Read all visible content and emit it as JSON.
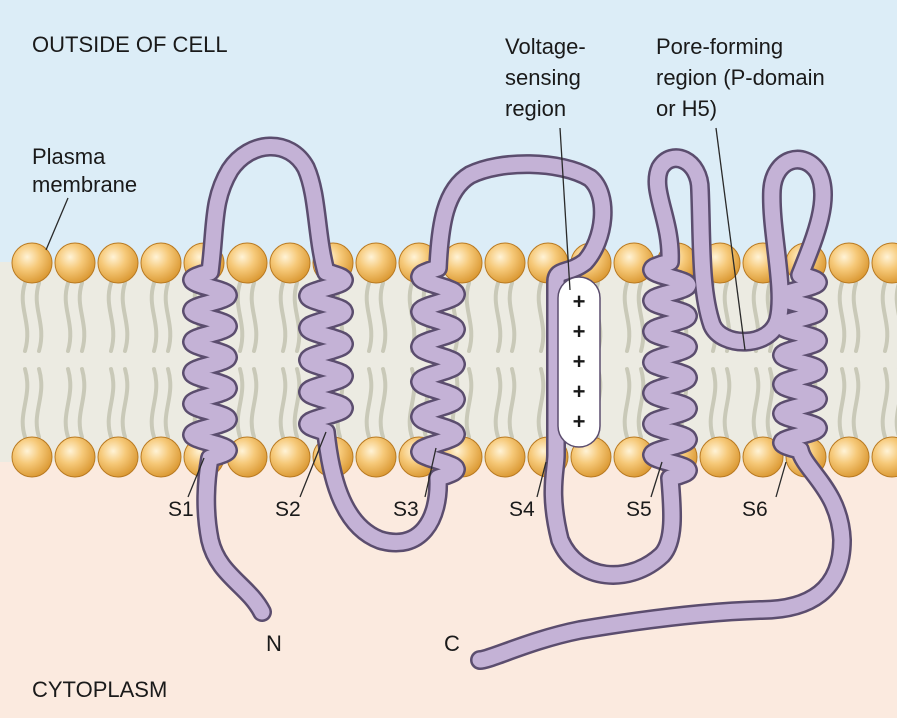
{
  "regions": {
    "outside": "OUTSIDE OF CELL",
    "cytoplasm": "CYTOPLASM"
  },
  "labels": {
    "plasma_membrane": [
      "Plasma",
      "membrane"
    ],
    "voltage_sensing": [
      "Voltage-",
      "sensing",
      "region"
    ],
    "pore_forming": [
      "Pore-forming",
      "region (P-domain",
      "or H5)"
    ]
  },
  "segments": [
    "S1",
    "S2",
    "S3",
    "S4",
    "S5",
    "S6"
  ],
  "termini": {
    "n": "N",
    "c": "C"
  },
  "charges": [
    "+",
    "+",
    "+",
    "+",
    "+"
  ],
  "colors": {
    "outside_bg": "#dcedf7",
    "cytoplasm_bg": "#fbeadf",
    "membrane_core": "#ecebe2",
    "lipid_head": "#f3bd63",
    "lipid_tail": "#c9c9b8",
    "protein": "#c4b2d6",
    "protein_outline": "#5b4d6e"
  }
}
